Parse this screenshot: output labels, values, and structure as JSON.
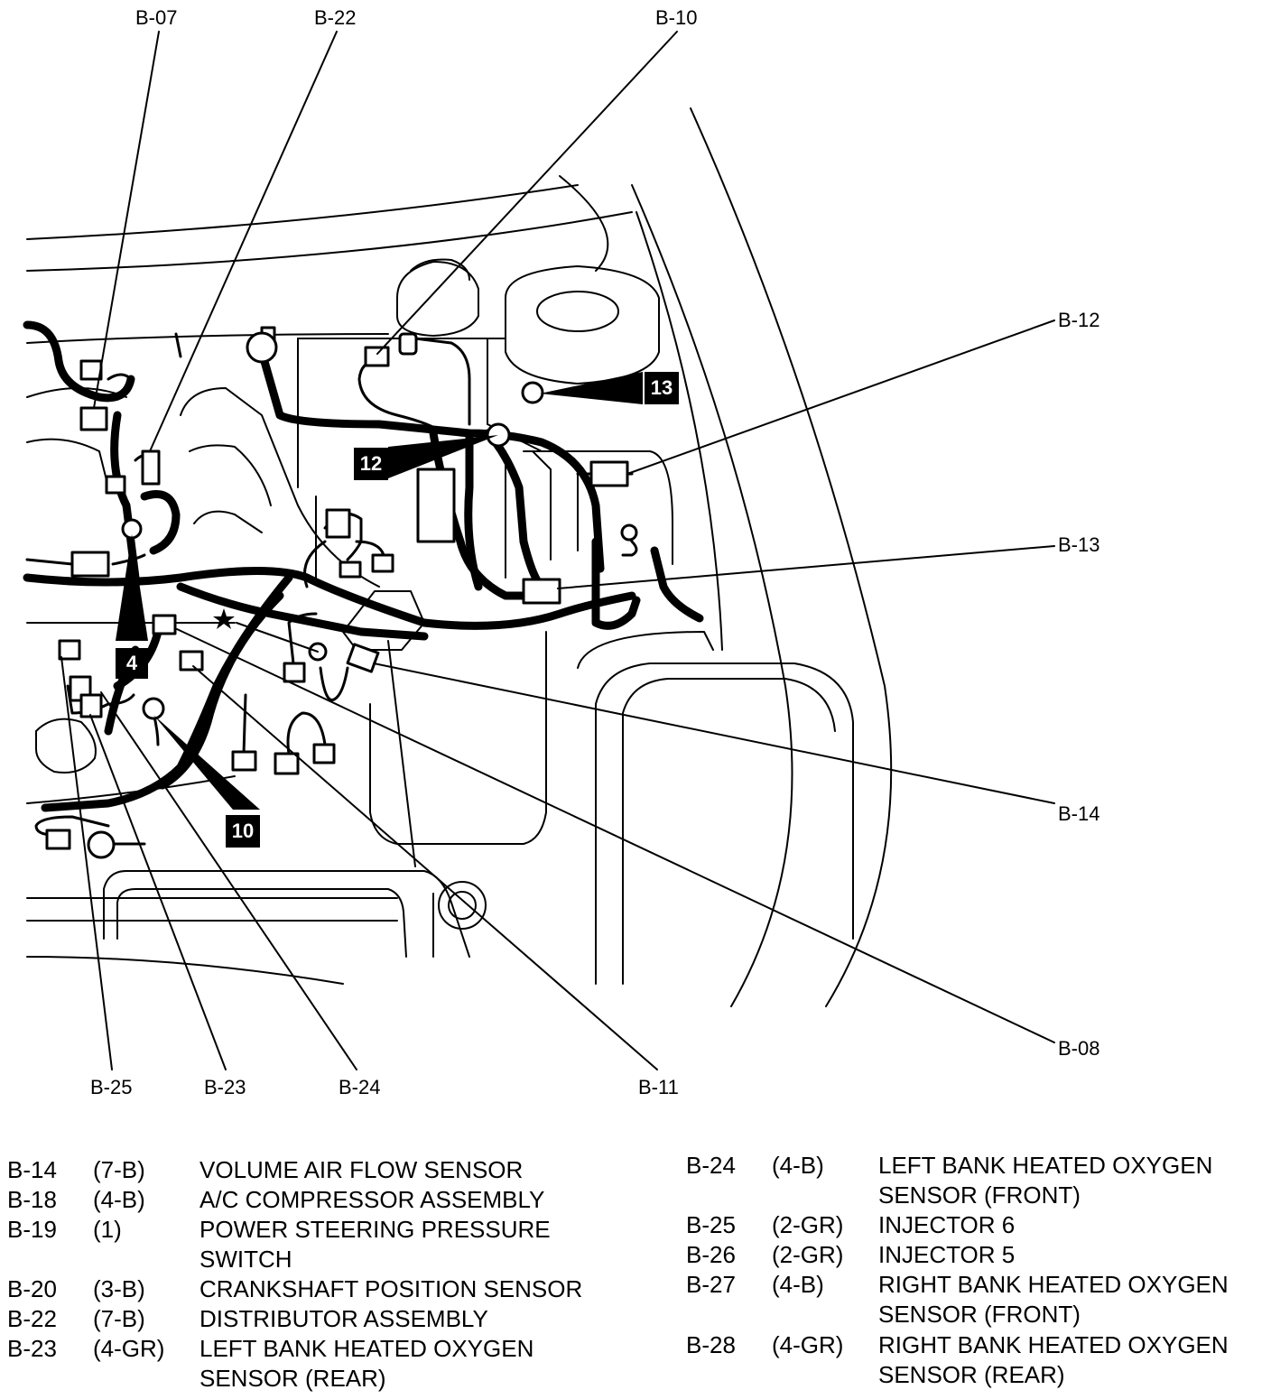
{
  "diagram": {
    "callouts": [
      {
        "id": "b07",
        "label": "B-07"
      },
      {
        "id": "b22",
        "label": "B-22"
      },
      {
        "id": "b10",
        "label": "B-10"
      },
      {
        "id": "b12",
        "label": "B-12"
      },
      {
        "id": "b13",
        "label": "B-13"
      },
      {
        "id": "b14",
        "label": "B-14"
      },
      {
        "id": "b08",
        "label": "B-08"
      },
      {
        "id": "b25",
        "label": "B-25"
      },
      {
        "id": "b23",
        "label": "B-23"
      },
      {
        "id": "b24",
        "label": "B-24"
      },
      {
        "id": "b11",
        "label": "B-11"
      }
    ],
    "ground_tags": [
      {
        "id": "g4",
        "label": "4"
      },
      {
        "id": "g10",
        "label": "10"
      },
      {
        "id": "g12",
        "label": "12"
      },
      {
        "id": "g13",
        "label": "13"
      }
    ]
  },
  "legend": {
    "left": [
      {
        "code": "B-14",
        "pins": "(7-B)",
        "desc": [
          "VOLUME AIR FLOW SENSOR"
        ]
      },
      {
        "code": "B-18",
        "pins": "(4-B)",
        "desc": [
          "A/C COMPRESSOR ASSEMBLY"
        ]
      },
      {
        "code": "B-19",
        "pins": "(1)",
        "desc": [
          "POWER STEERING PRESSURE",
          "SWITCH"
        ]
      },
      {
        "code": "B-20",
        "pins": "(3-B)",
        "desc": [
          "CRANKSHAFT POSITION SENSOR"
        ]
      },
      {
        "code": "B-22",
        "pins": "(7-B)",
        "desc": [
          "DISTRIBUTOR ASSEMBLY"
        ]
      },
      {
        "code": "B-23",
        "pins": "(4-GR)",
        "desc": [
          "LEFT BANK HEATED OXYGEN",
          "SENSOR (REAR)"
        ]
      }
    ],
    "right": [
      {
        "code": "B-24",
        "pins": "(4-B)",
        "desc": [
          "LEFT BANK HEATED OXYGEN",
          "SENSOR (FRONT)"
        ]
      },
      {
        "code": "B-25",
        "pins": "(2-GR)",
        "desc": [
          "INJECTOR 6"
        ]
      },
      {
        "code": "B-26",
        "pins": "(2-GR)",
        "desc": [
          "INJECTOR 5"
        ]
      },
      {
        "code": "B-27",
        "pins": "(4-B)",
        "desc": [
          "RIGHT BANK HEATED OXYGEN",
          "SENSOR (FRONT)"
        ]
      },
      {
        "code": "B-28",
        "pins": "(4-GR)",
        "desc": [
          "RIGHT BANK HEATED OXYGEN",
          "SENSOR (REAR)"
        ]
      }
    ]
  }
}
